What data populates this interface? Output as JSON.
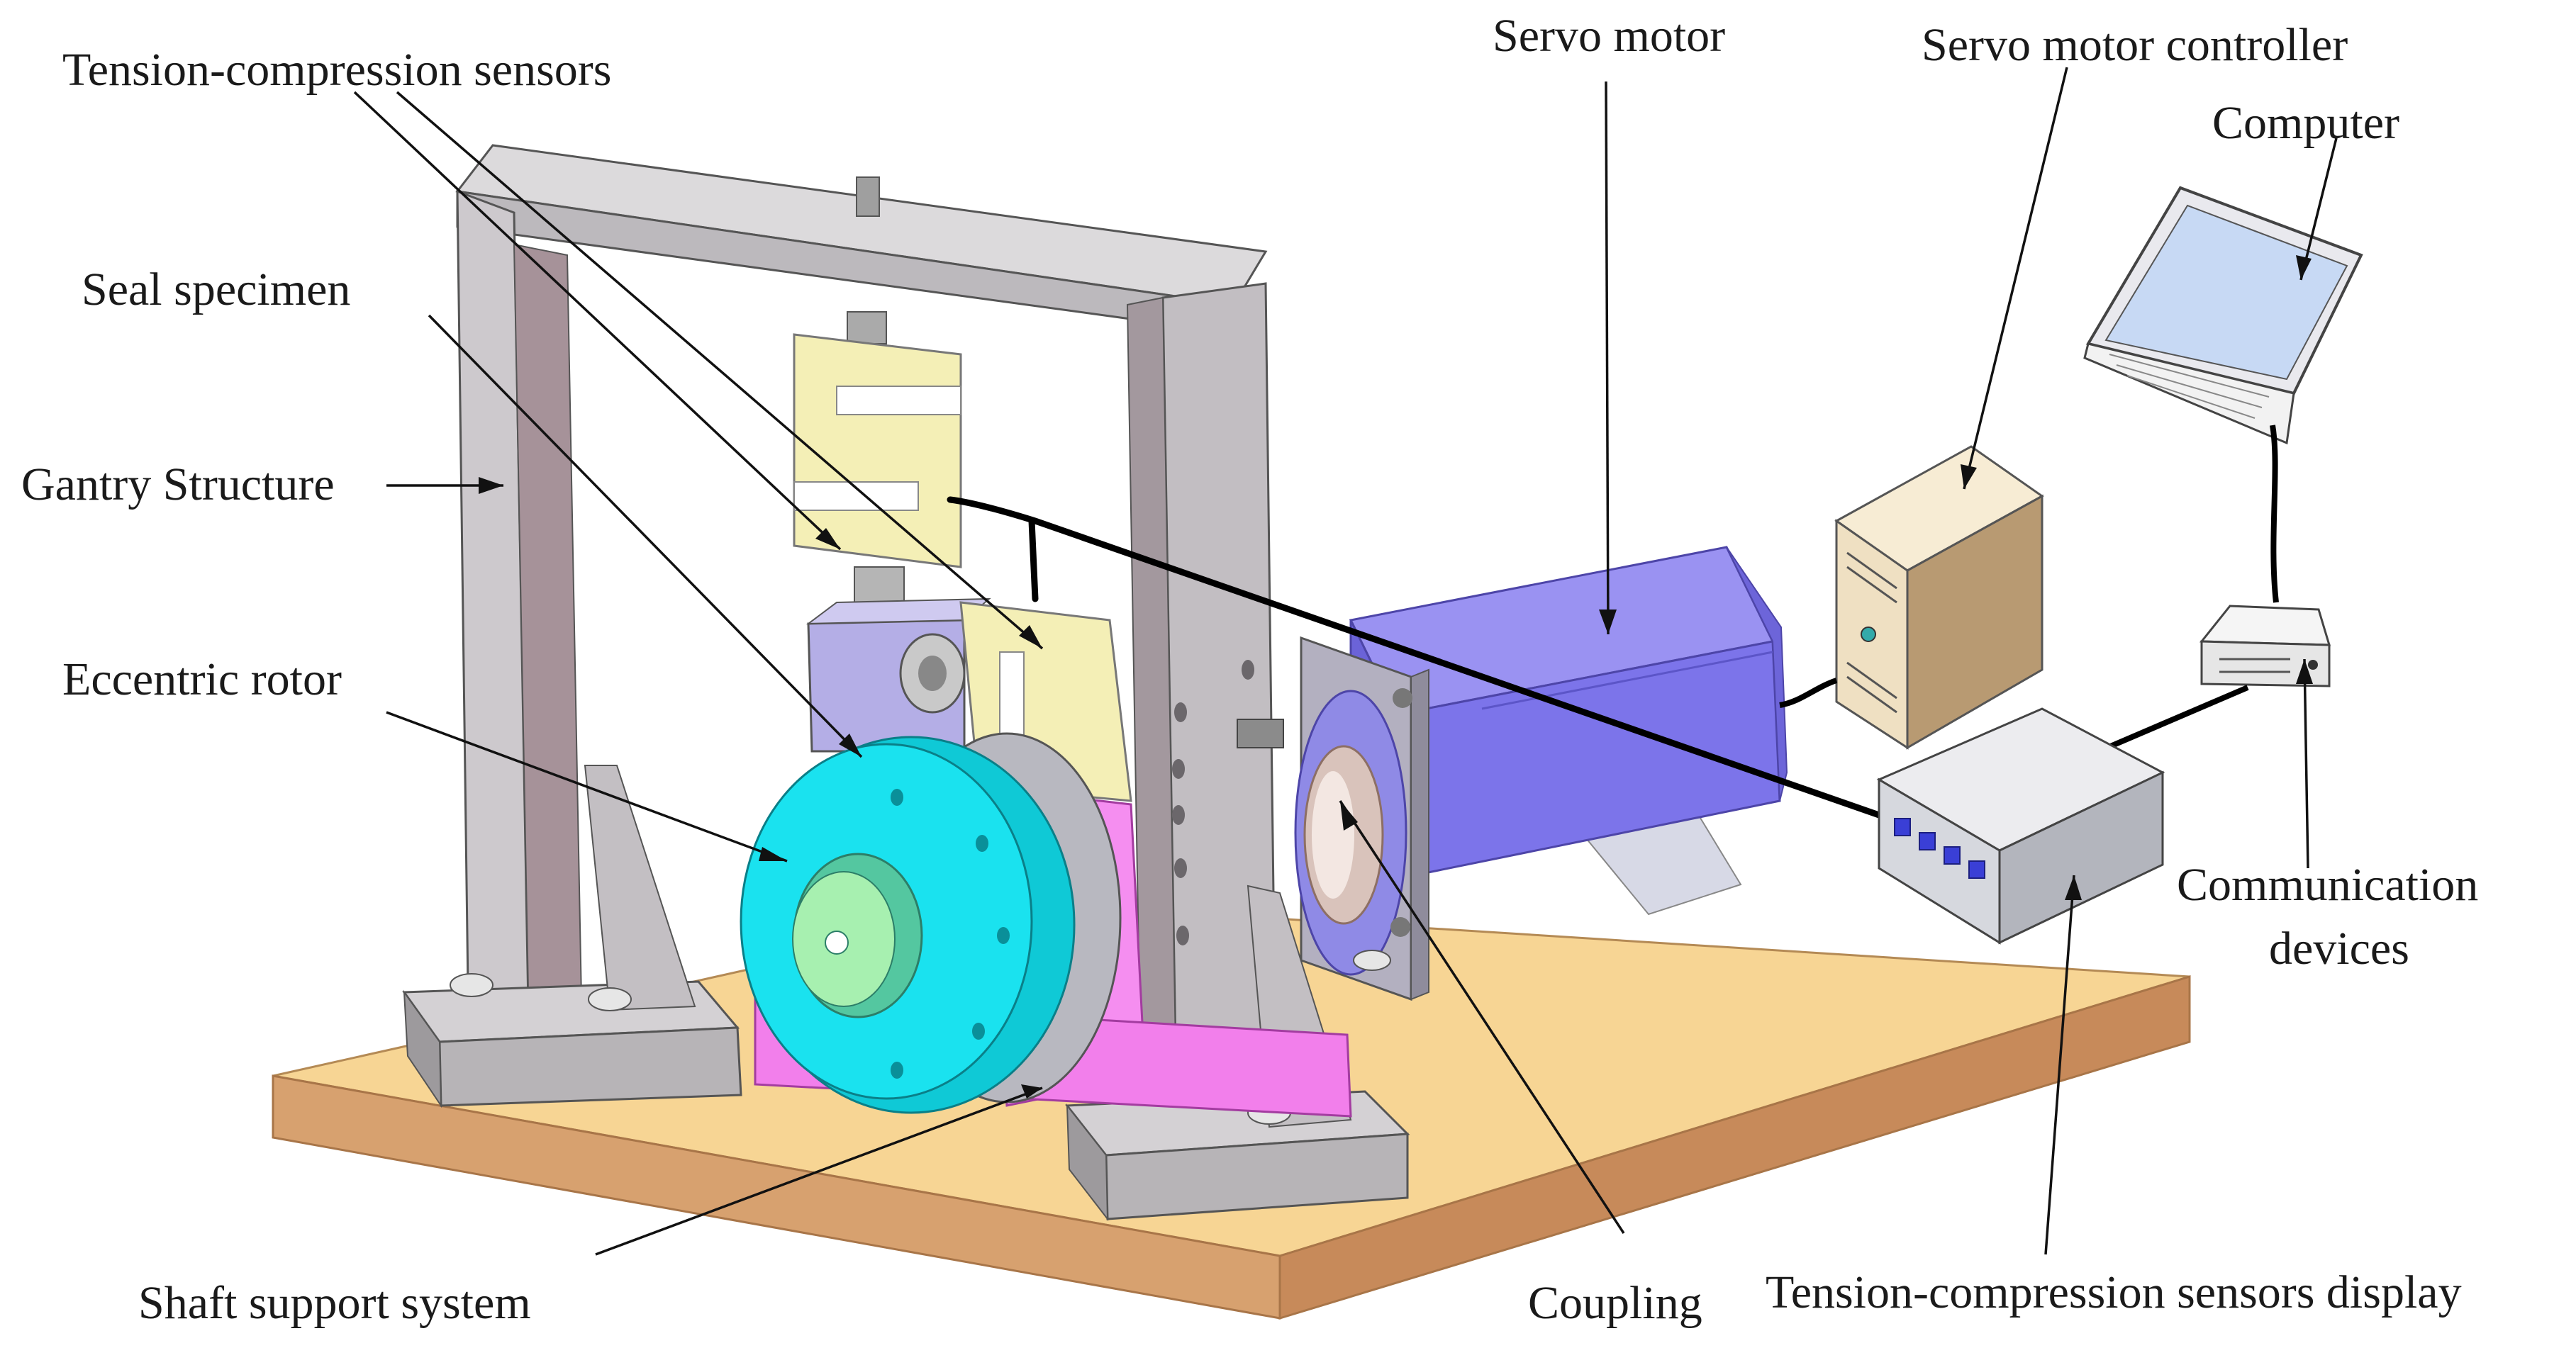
{
  "labels": {
    "tension_sensors_top": "Tension-compression sensors",
    "seal_specimen": "Seal specimen",
    "gantry_structure": "Gantry Structure",
    "eccentric_rotor": "Eccentric rotor",
    "shaft_support": "Shaft support system",
    "servo_motor": "Servo motor",
    "servo_controller": "Servo motor controller",
    "computer": "Computer",
    "communication_line1": "Communication",
    "communication_line2": "devices",
    "coupling": "Coupling",
    "sensors_display": "Tension-compression sensors display"
  },
  "colors": {
    "base_top": "#f7d594",
    "base_side": "#cc8f5e",
    "gantry": "#c9c6c9",
    "gantry_inner": "#a7939c",
    "sensor": "#f4efb6",
    "rotor": "#18dce8",
    "rotor_hub": "#a7f0b0",
    "support": "#f580ee",
    "motor": "#7b73e8",
    "motor_face": "#9a97ee",
    "controller": "#efe0c2",
    "display": "#d9dbe0",
    "display_buttons": "#3a3fd6"
  }
}
